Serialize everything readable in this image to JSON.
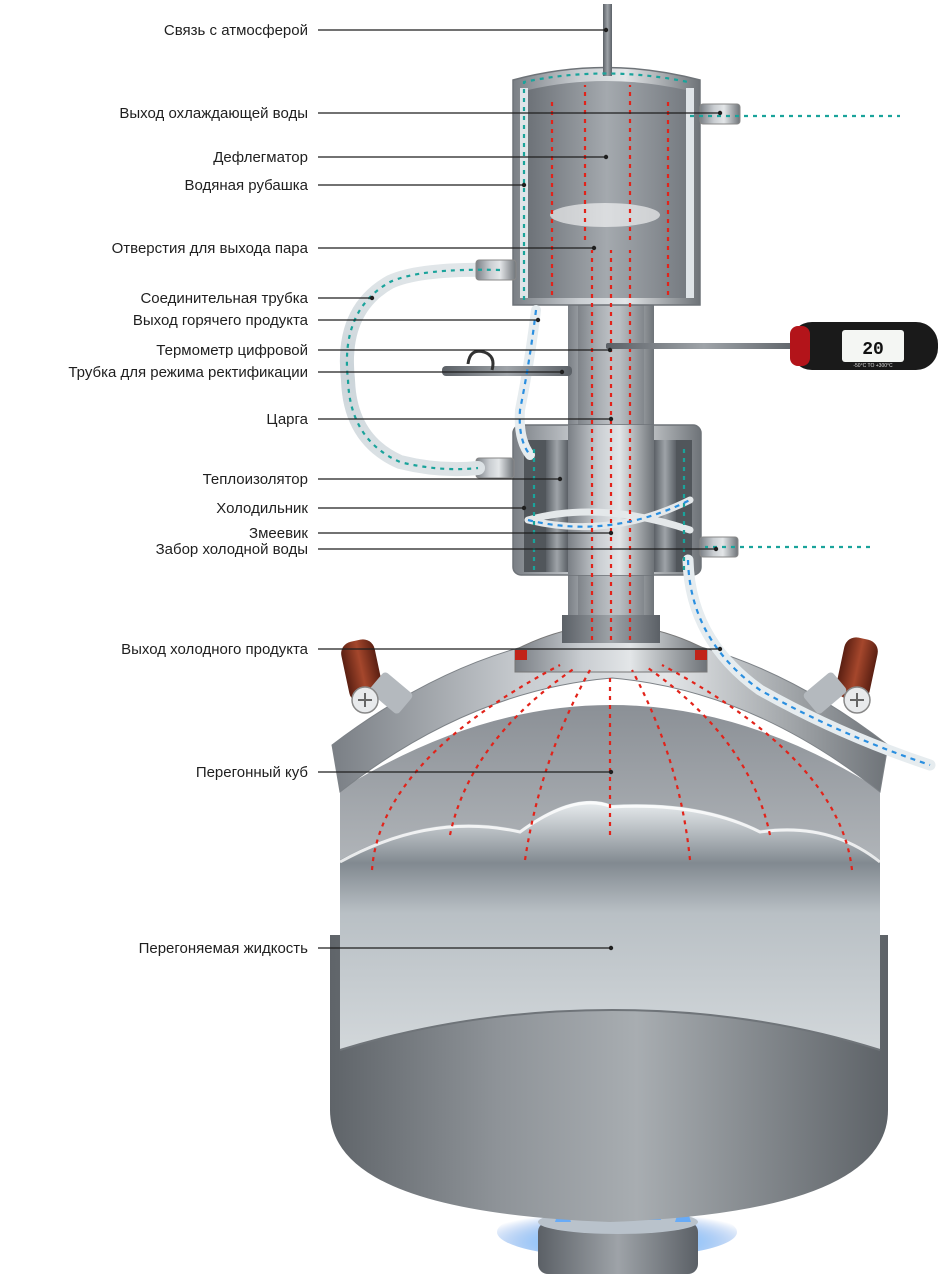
{
  "labels": {
    "atmosphere": "Связь с атмосферой",
    "coolant_out": "Выход охлаждающей воды",
    "dephlegmator": "Дефлегматор",
    "water_jacket": "Водяная рубашка",
    "vapor_holes": "Отверстия для выхода пара",
    "connecting_tube": "Соединительная трубка",
    "hot_product_out": "Выход горячего продукта",
    "thermometer": "Термометр цифровой",
    "rectification_tube": "Трубка для режима ректификации",
    "column": "Царга",
    "insulator": "Теплоизолятор",
    "cooler": "Холодильник",
    "coil": "Змеевик",
    "cold_water_in": "Забор холодной воды",
    "cold_product_out": "Выход холодного продукта",
    "still": "Перегонный куб",
    "liquid": "Перегоняемая жидкость"
  },
  "thermometer_display": {
    "reading": "20",
    "range": "-50°C TO +300°C"
  },
  "colors": {
    "vapor": "#e2231a",
    "cooling_water": "#1aa39b",
    "product": "#2a8fe0",
    "steel": "#9aa0a6",
    "flame": "#3c8ee6"
  }
}
